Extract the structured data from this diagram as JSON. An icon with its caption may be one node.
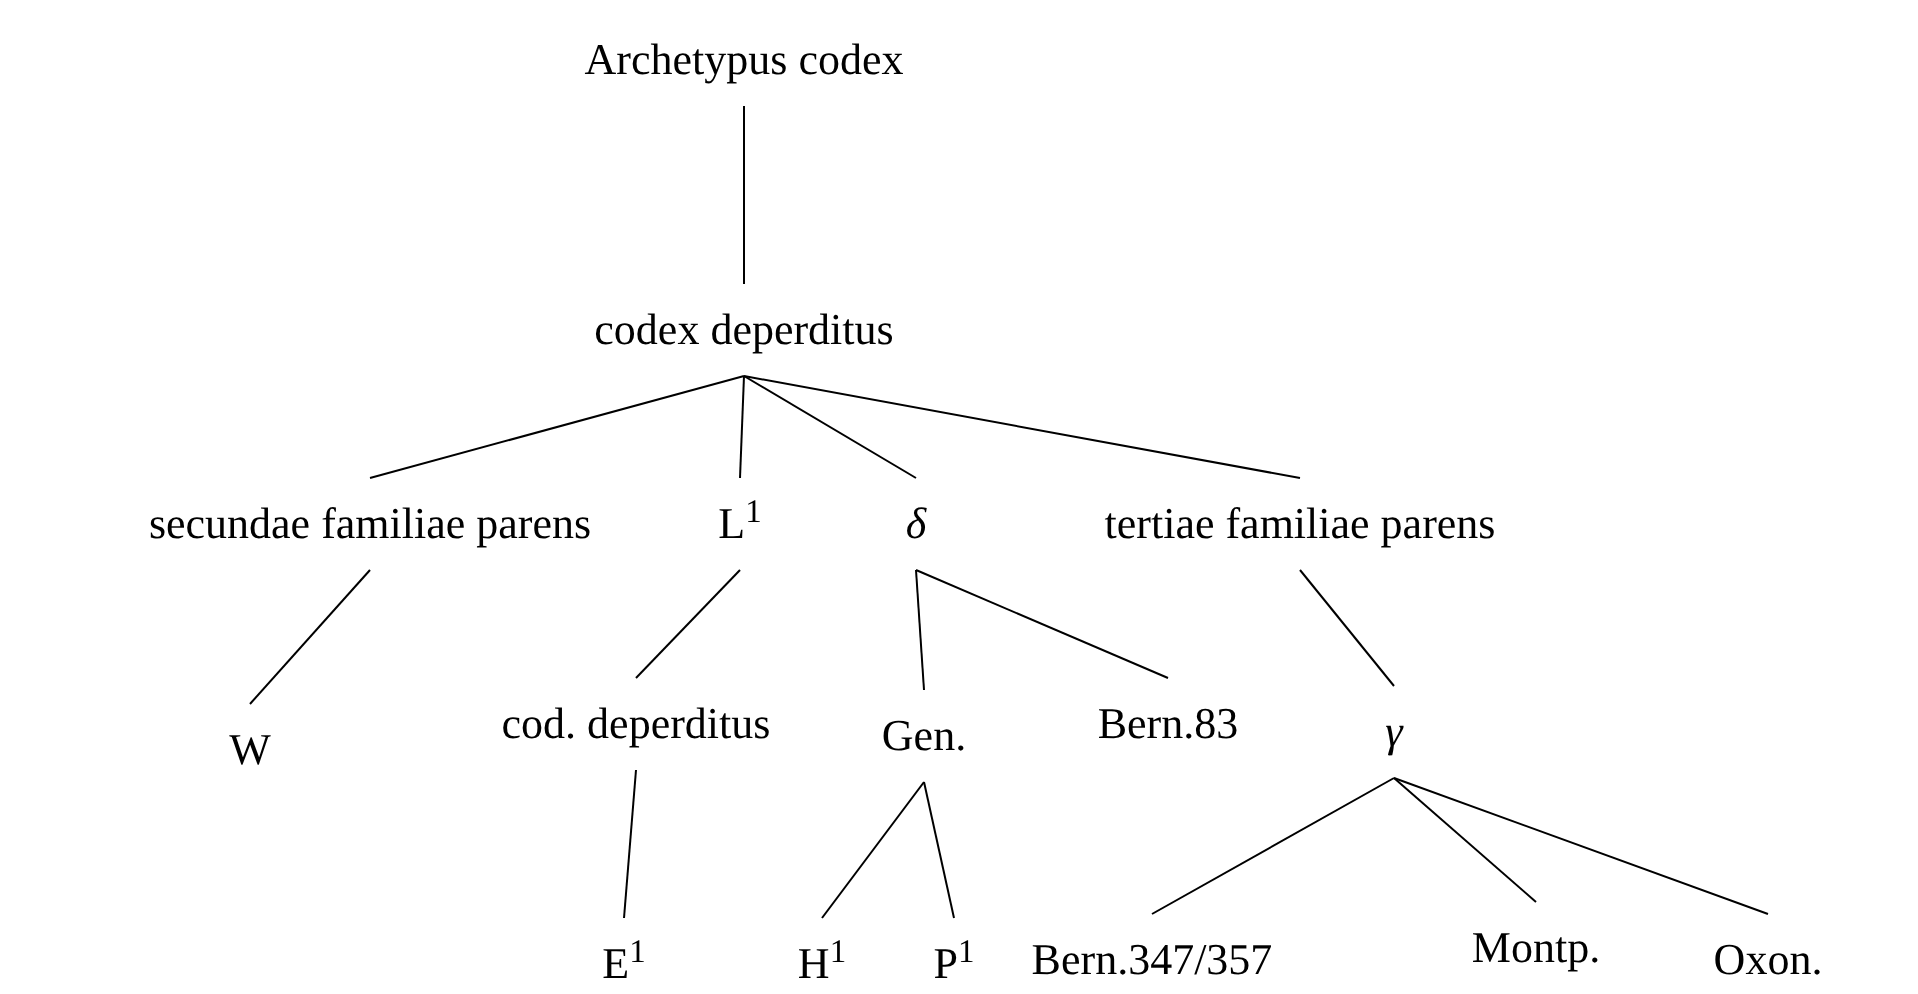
{
  "diagram": {
    "nodes": [
      {
        "text": [
          "Archetypus codex"
        ]
      },
      {
        "text": [
          "codex deperditus"
        ]
      },
      {
        "text": [
          "secundae familiae parens"
        ]
      },
      {
        "text": [
          "L$^{1}$"
        ]
      },
      {
        "text": [
          "δ"
        ]
      },
      {
        "text": [
          "tertiae familiae parens"
        ]
      },
      {
        "text": [
          "W"
        ]
      },
      {
        "text": [
          "cod. deperditus"
        ]
      },
      {
        "text": [
          "Gen."
        ]
      },
      {
        "text": [
          "Bern.83"
        ]
      },
      {
        "text": [
          "γ"
        ]
      },
      {
        "text": [
          "E$^{1}$"
        ]
      },
      {
        "text": [
          "H$^{1}$"
        ]
      },
      {
        "text": [
          "P$^{1}$"
        ]
      },
      {
        "text": [
          "Bern.347/357"
        ]
      },
      {
        "text": [
          "Montp."
        ]
      },
      {
        "text": [
          "Oxon."
        ]
      }
    ],
    "edges": [
      {
        "from": 0,
        "to": 1,
        "arrow": "none"
      },
      {
        "from": 1,
        "to": 2,
        "arrow": "none"
      },
      {
        "from": 1,
        "to": 3,
        "arrow": "none"
      },
      {
        "from": 1,
        "to": 4,
        "arrow": "none"
      },
      {
        "from": 1,
        "to": 5,
        "arrow": "none"
      },
      {
        "from": 2,
        "to": 6,
        "arrow": "none"
      },
      {
        "from": 3,
        "to": 7,
        "arrow": "none"
      },
      {
        "from": 4,
        "to": 8,
        "arrow": "none"
      },
      {
        "from": 4,
        "to": 9,
        "arrow": "none"
      },
      {
        "from": 7,
        "to": 11,
        "arrow": "none"
      },
      {
        "from": 8,
        "to": 12,
        "arrow": "none"
      },
      {
        "from": 8,
        "to": 13,
        "arrow": "none"
      },
      {
        "from": 5,
        "to": 10,
        "arrow": "none"
      },
      {
        "from": 10,
        "to": 14,
        "arrow": "none"
      },
      {
        "from": 10,
        "to": 15,
        "arrow": "none"
      },
      {
        "from": 10,
        "to": 16,
        "arrow": "none"
      }
    ]
  }
}
